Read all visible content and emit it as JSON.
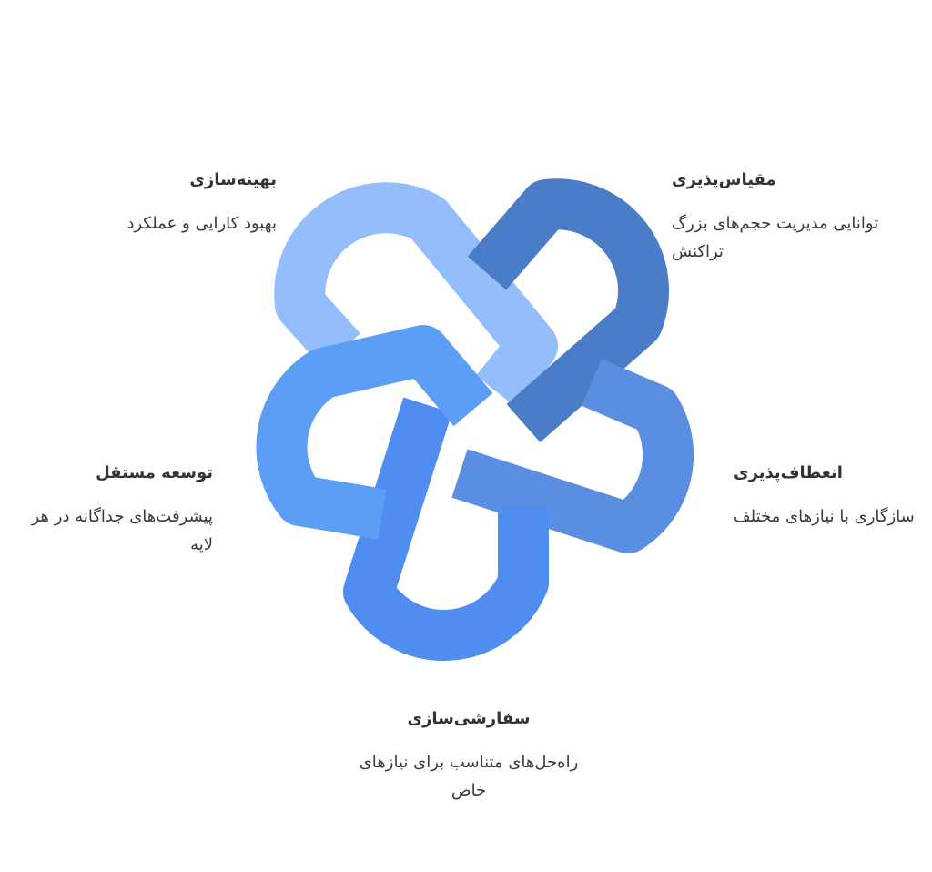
{
  "colors": {
    "background": "#ffffff",
    "band_lightest": "#94bdfb",
    "band_dark": "#4a7cc7",
    "band_mid": "#5a8ee0",
    "band_left": "#5c9df5",
    "band_bottom": "#4f8df0"
  },
  "labels": {
    "top_left": {
      "title": "بهینه‌سازی",
      "description": "بهبود کارایی و عملکرد"
    },
    "top_right": {
      "title": "مقیاس‌پذیری",
      "description": "توانایی مدیریت حجم‌های بزرگ تراکنش"
    },
    "mid_left": {
      "title": "توسعه مستقل",
      "description": "پیشرفت‌های جداگانه در هر لایه"
    },
    "mid_right": {
      "title": "انعطاف‌پذیری",
      "description": "سازگاری با نیازهای مختلف"
    },
    "bottom": {
      "title": "سفارشی‌سازی",
      "description": "راه‌حل‌های متناسب برای نیازهای خاص"
    }
  }
}
